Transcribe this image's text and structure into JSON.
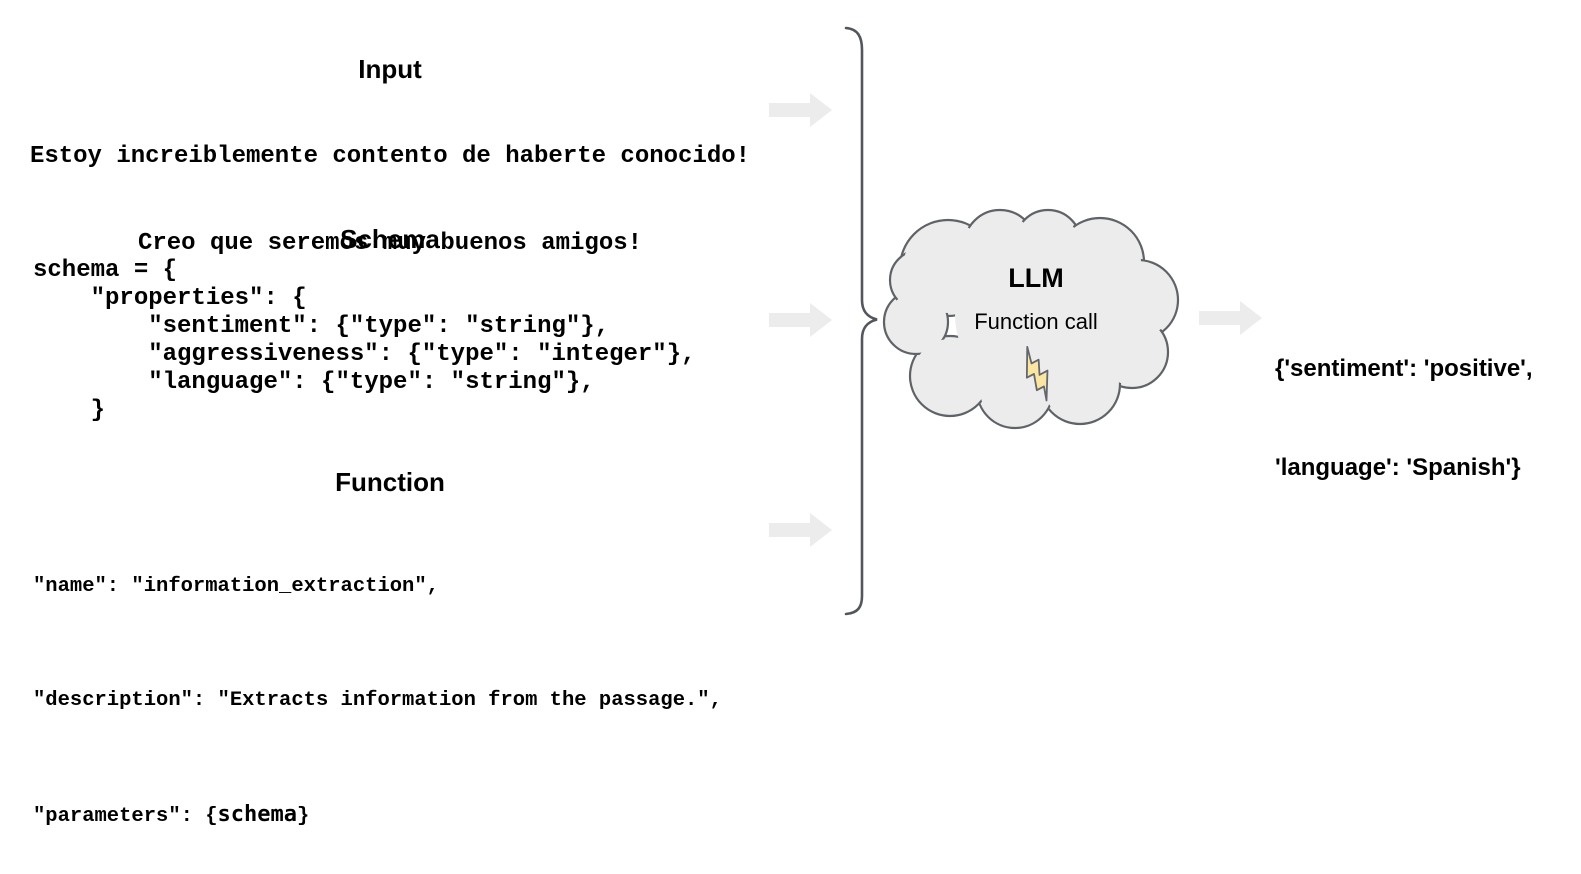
{
  "sections": {
    "input": {
      "title": "Input",
      "lines": [
        "Estoy increiblemente contento de haberte conocido!",
        "Creo que seremos muy buenos amigos!"
      ]
    },
    "schema": {
      "title": "Schema",
      "code": "schema = {\n    \"properties\": {\n        \"sentiment\": {\"type\": \"string\"},\n        \"aggressiveness\": {\"type\": \"integer\"},\n        \"language\": {\"type\": \"string\"},\n    }"
    },
    "function": {
      "title": "Function",
      "line1": "\"name\": \"information_extraction\",",
      "line2": "\"description\": \"Extracts information from the passage.\",",
      "line3_prefix": "\"parameters\": {",
      "line3_var": "schema",
      "line3_suffix": "}"
    }
  },
  "llm": {
    "title": "LLM",
    "subtitle": "Function call",
    "icon": "lightning-bolt-icon"
  },
  "output": {
    "lines": [
      "{'sentiment': 'positive',",
      "'language': 'Spanish'}"
    ]
  },
  "colors": {
    "cloud_fill": "#ececec",
    "shape_stroke": "#5f6368",
    "brace_stroke": "#53565c",
    "arrow_fill": "#ececec",
    "bolt_fill": "#fae6a0",
    "text": "#000000"
  }
}
